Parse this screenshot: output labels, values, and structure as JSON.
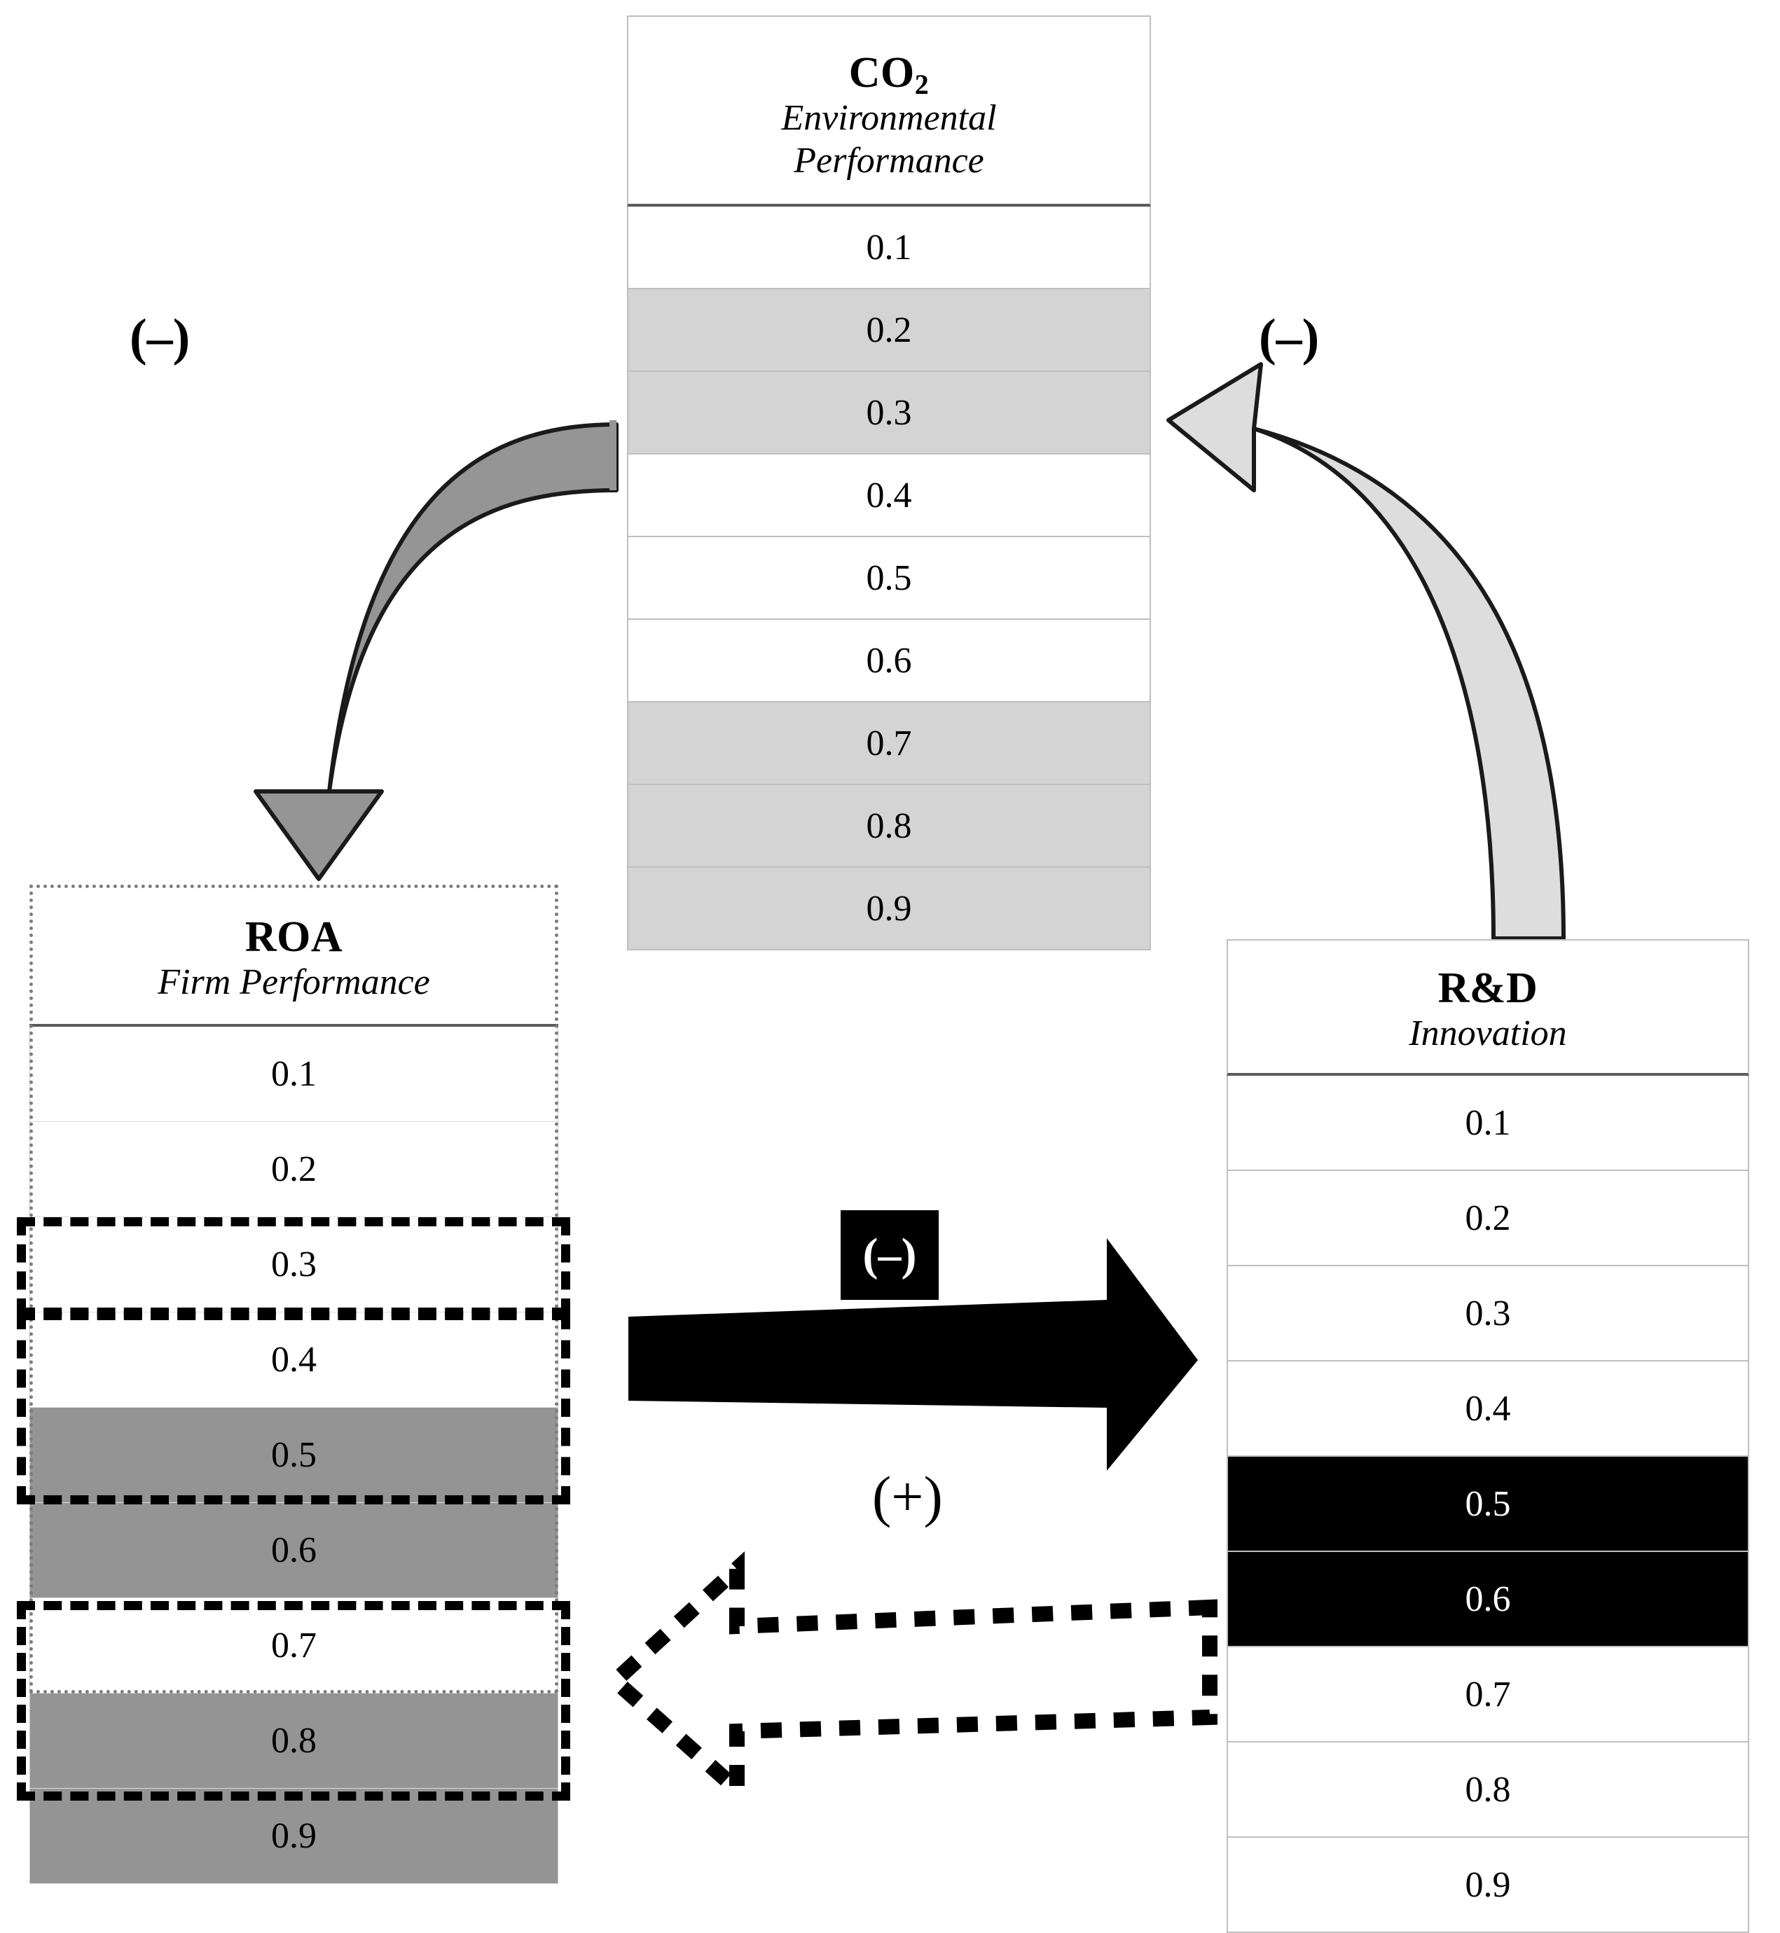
{
  "diagram": {
    "title_implicit": "",
    "nodes": {
      "co2": {
        "title": "CO",
        "title_sub": "2",
        "subtitle_line1": "Environmental",
        "subtitle_line2": "Performance",
        "values": [
          "0.1",
          "0.2",
          "0.3",
          "0.4",
          "0.5",
          "0.6",
          "0.7",
          "0.8",
          "0.9"
        ],
        "shaded_light": [
          "0.2",
          "0.3",
          "0.7",
          "0.8",
          "0.9"
        ]
      },
      "roa": {
        "title": "ROA",
        "subtitle": "Firm Performance",
        "values": [
          "0.1",
          "0.2",
          "0.3",
          "0.4",
          "0.5",
          "0.6",
          "0.7",
          "0.8",
          "0.9"
        ],
        "shaded_mid": [
          "0.5",
          "0.6",
          "0.8",
          "0.9"
        ],
        "dashed_highlight_ranges": [
          "0.3",
          "0.4-0.6",
          "0.8-0.9"
        ],
        "outline_style": "dotted"
      },
      "rnd": {
        "title": "R&D",
        "subtitle": "Innovation",
        "values": [
          "0.1",
          "0.2",
          "0.3",
          "0.4",
          "0.5",
          "0.6",
          "0.7",
          "0.8",
          "0.9"
        ],
        "shaded_black": [
          "0.5",
          "0.6"
        ]
      }
    },
    "edges": [
      {
        "id": "co2-to-roa",
        "from": "co2",
        "to": "roa",
        "sign": "(–)",
        "style": "solid-gray-curved-arrow",
        "color": "#959595"
      },
      {
        "id": "rnd-to-co2",
        "from": "rnd",
        "to": "co2",
        "sign": "(–)",
        "style": "solid-lightgray-curved-arrow",
        "color": "#dddddd"
      },
      {
        "id": "roa-to-rnd",
        "from": "roa",
        "to": "rnd",
        "sign": "(–)",
        "style": "solid-black-straight-arrow",
        "color": "#000000"
      },
      {
        "id": "rnd-to-roa",
        "from": "rnd",
        "to": "roa",
        "sign": "(+)",
        "style": "dotted-outline-straight-arrow",
        "color": "#000000"
      }
    ],
    "labels": {
      "sign_left": "(–)",
      "sign_right": "(–)",
      "sign_center_negative": "(–)",
      "sign_center_positive": "(+)"
    },
    "colors": {
      "light_gray_fill": "#d4d4d4",
      "mid_gray_fill": "#949494",
      "black_fill": "#000000",
      "arrow_gray": "#959595",
      "arrow_light_gray": "#dddddd",
      "border_gray": "#bfbfbf",
      "header_rule": "#5a5a5a"
    }
  }
}
